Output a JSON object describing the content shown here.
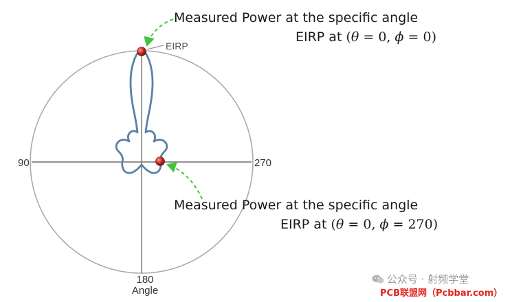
{
  "figure": {
    "angle_labels": {
      "left": "90",
      "right": "270",
      "bottom": "180",
      "axis_title": "Angle"
    },
    "peak_label": "EIRP",
    "annotation_top": {
      "line1": "Measured Power at the specific angle",
      "prefix": "EIRP at",
      "theta": "θ",
      "phi": "ϕ",
      "theta_value": "0",
      "phi_value": "0"
    },
    "annotation_bottom": {
      "line1": "Measured Power at the specific angle",
      "prefix": "EIRP at",
      "theta": "θ",
      "phi": "ϕ",
      "theta_value": "0",
      "phi_value": "270"
    }
  },
  "watermark": {
    "account": "公众号 · 射频学堂",
    "site": "PCB联盟网（Pcbbar.com）"
  },
  "colors": {
    "pattern": "#5b7fa8",
    "circle": "#aaaaaa",
    "axes": "#6f6f6f",
    "marker": "#c0261d",
    "arrow": "#44c43a",
    "site_text": "#e0261c"
  }
}
